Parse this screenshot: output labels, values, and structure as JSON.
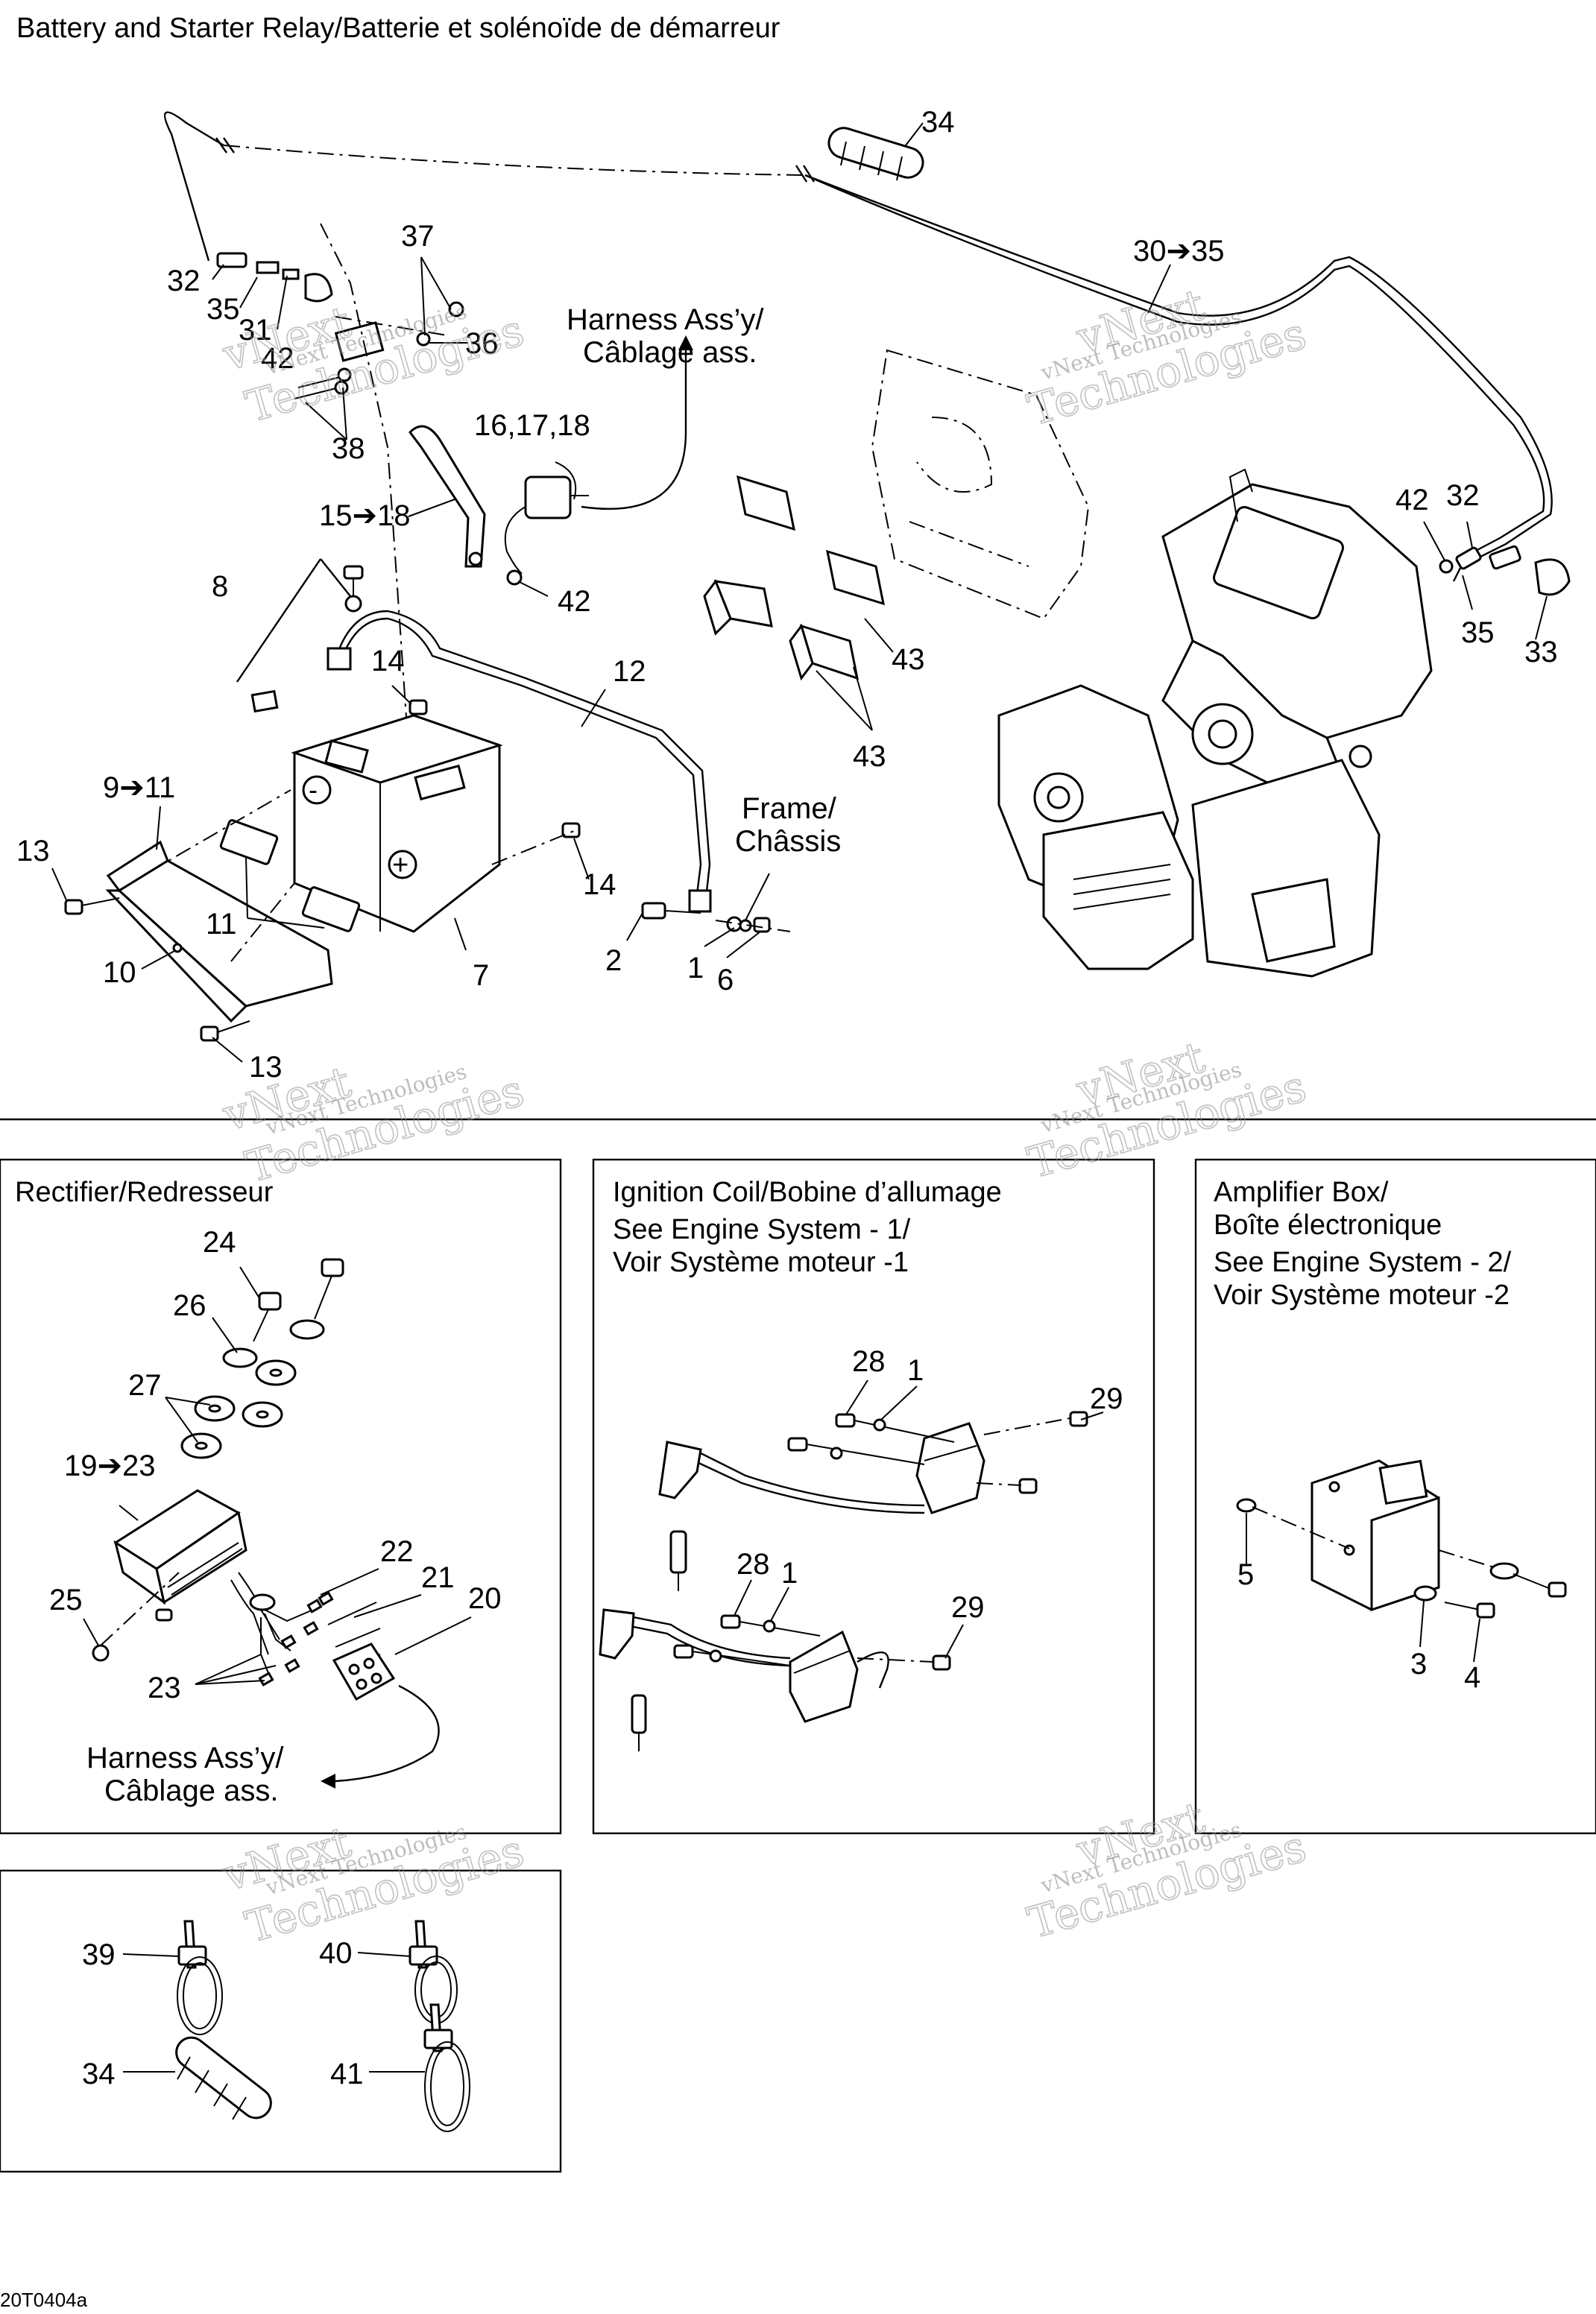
{
  "title": "Battery and Starter Relay/Batterie et solénoïde de démarreur",
  "image_code": "20T0404a",
  "watermark": {
    "line1": "vNext Technologies",
    "line2": "vNext",
    "line3": "Technologies"
  },
  "main_section": {
    "notes": {
      "harness_top_line1": "Harness Ass’y/",
      "harness_top_line2": "Câblage ass.",
      "frame_line1": "Frame/",
      "frame_line2": "Châssis"
    },
    "callouts": {
      "c34": "34",
      "c30_35": "30➔35",
      "c37": "37",
      "c32a": "32",
      "c35a": "35",
      "c31": "31",
      "c42a": "42",
      "c36": "36",
      "c38": "38",
      "c16_18": "16,17,18",
      "c15_18": "15➔18",
      "c42b": "42",
      "c8": "8",
      "c14a": "14",
      "c12": "12",
      "c9_11": "9➔11",
      "c13a": "13",
      "c11": "11",
      "c10": "10",
      "c7": "7",
      "c14b": "14",
      "c2": "2",
      "c1": "1",
      "c6": "6",
      "c13b": "13",
      "c43a": "43",
      "c43b": "43",
      "c42c": "42",
      "c32b": "32",
      "c35b": "35",
      "c33": "33"
    }
  },
  "rectifier_section": {
    "title": "Rectifier/Redresseur",
    "harness_line1": "Harness Ass’y/",
    "harness_line2": "Câblage ass.",
    "callouts": {
      "c24": "24",
      "c26": "26",
      "c27": "27",
      "c19_23": "19➔23",
      "c22": "22",
      "c21": "21",
      "c20": "20",
      "c25": "25",
      "c23": "23"
    }
  },
  "ignition_section": {
    "title": "Ignition Coil/Bobine d’allumage",
    "line2": "See Engine System - 1/",
    "line3": "Voir Système moteur -1",
    "callouts": {
      "c28a": "28",
      "c1a": "1",
      "c29a": "29",
      "c28b": "28",
      "c1b": "1",
      "c29b": "29"
    }
  },
  "amplifier_section": {
    "title_line1": "Amplifier Box/",
    "title_line2": "Boîte électronique",
    "line3": "See Engine System - 2/",
    "line4": "Voir Système moteur -2",
    "callouts": {
      "c5": "5",
      "c3": "3",
      "c4": "4"
    }
  },
  "ties_section": {
    "callouts": {
      "c39": "39",
      "c40": "40",
      "c34": "34",
      "c41": "41"
    }
  }
}
